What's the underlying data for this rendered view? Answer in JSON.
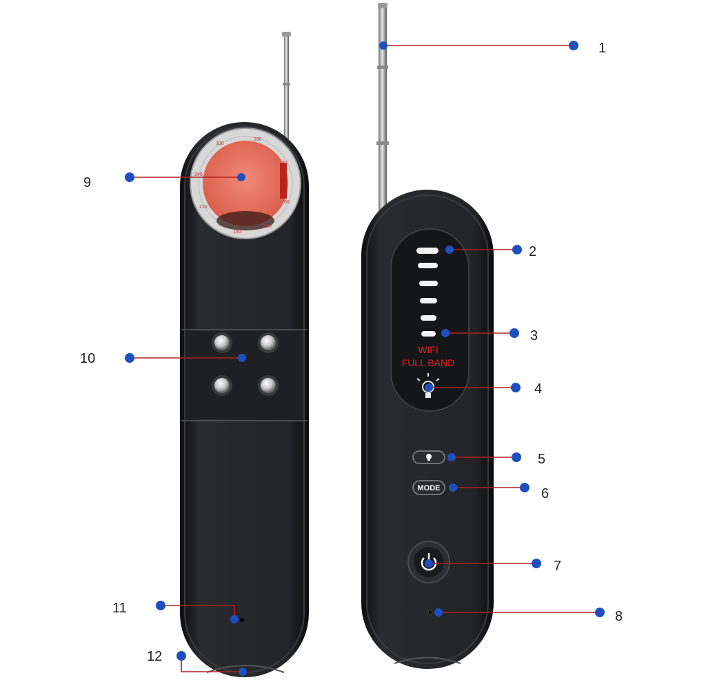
{
  "device_right": {
    "panel_text": [
      "WIFI",
      "FULL BAND"
    ],
    "mode_label": "MODE"
  },
  "device_left": {
    "dial_marks": [
      "300",
      "330",
      "30",
      "60",
      "120",
      "150",
      "210",
      "240"
    ]
  },
  "callouts": [
    {
      "id": "1",
      "label": "1"
    },
    {
      "id": "2",
      "label": "2"
    },
    {
      "id": "3",
      "label": "3"
    },
    {
      "id": "4",
      "label": "4"
    },
    {
      "id": "5",
      "label": "5"
    },
    {
      "id": "6",
      "label": "6"
    },
    {
      "id": "7",
      "label": "7"
    },
    {
      "id": "8",
      "label": "8"
    },
    {
      "id": "9",
      "label": "9"
    },
    {
      "id": "10",
      "label": "10"
    },
    {
      "id": "11",
      "label": "11"
    },
    {
      "id": "12",
      "label": "12"
    }
  ],
  "colors": {
    "callout_line": "#b02020",
    "callout_dot": "#1f4fbf",
    "device_body": "#1b1c1e",
    "lens": "#e8705e",
    "indicator": "#e0202a"
  }
}
